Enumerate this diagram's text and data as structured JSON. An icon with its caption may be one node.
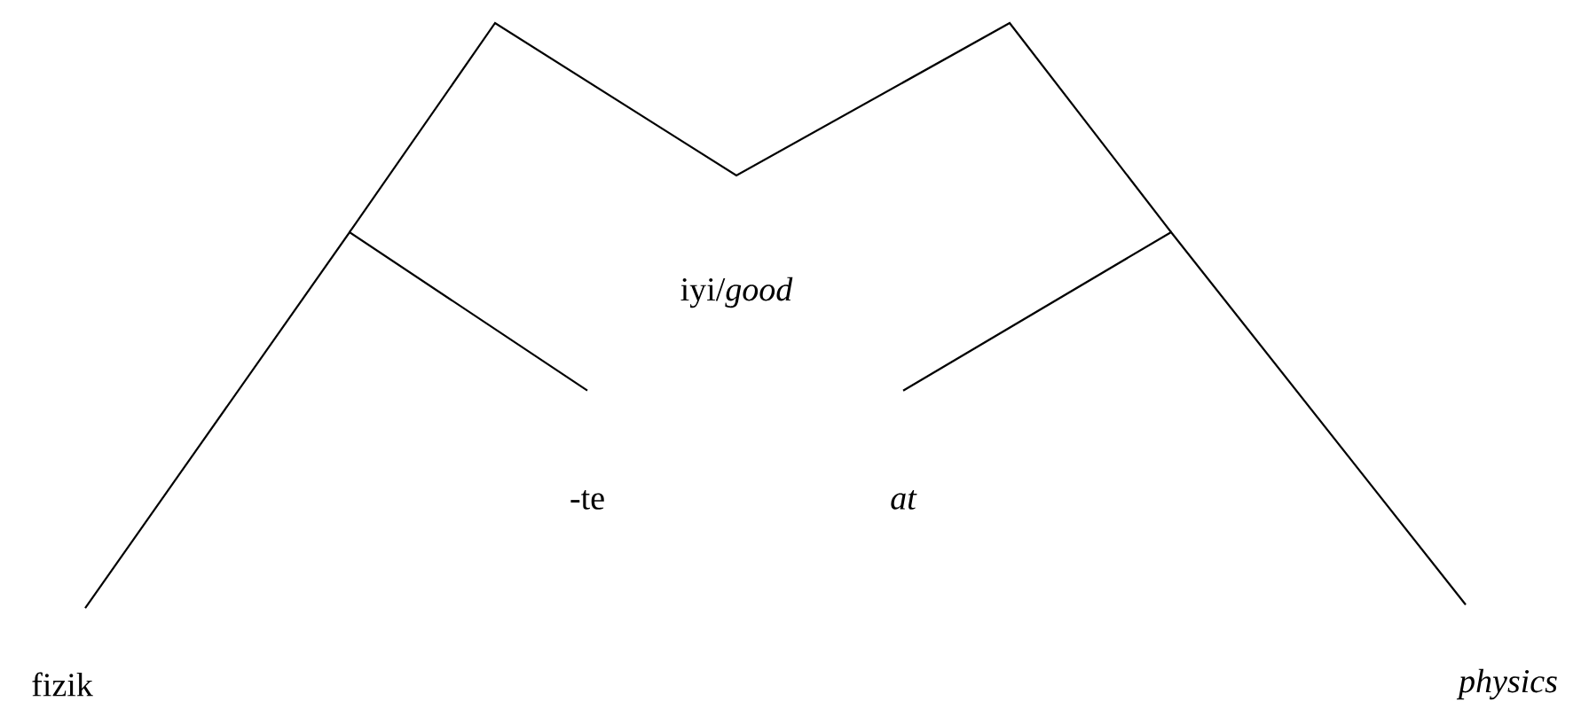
{
  "diagram": {
    "nodes": [
      {
        "text": [
          "fizik"
        ]
      },
      {
        "text": [
          "-te"
        ]
      },
      {
        "text": [
          "iyi/*good*"
        ]
      },
      {
        "text": [
          "at"
        ]
      },
      {
        "text": [
          "physics"
        ]
      }
    ],
    "edges": [
      {
        "from": 0,
        "to": 1,
        "arrow": "none"
      },
      {
        "from": 4,
        "to": 3,
        "arrow": "none"
      }
    ]
  }
}
